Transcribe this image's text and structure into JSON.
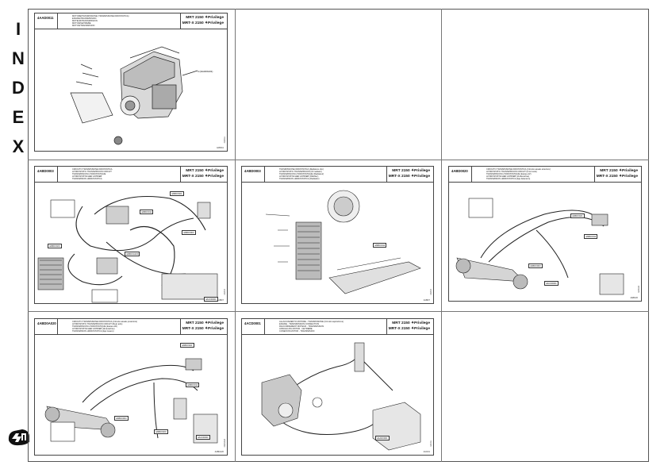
{
  "index_letters": [
    "I",
    "N",
    "D",
    "E",
    "X"
  ],
  "sheets": [
    {
      "code": "4AAD0011",
      "titles": [
        "MOTORE/TRASMISSIONE (TRASMISSIONE IDROSTATICA)",
        "ENGINE/TRANSMISSION",
        "MOTEUR/TRANSMISSION",
        "MOTOR/GETRIEBE",
        "MOTOR/TRANSMISION"
      ],
      "model_lines": [
        "MRT 2150 ✦Privilege",
        "MRT-X 2150 ✦Privilege"
      ],
      "ref": "4AB011"
    },
    {
      "code": "4ABD0003",
      "titles": [
        "CIRCUITO TRASMISSIONE IDROSTATICA",
        "HYDROSTATIC TRANSMISSION CIRCUIT",
        "TRANSMISSION HYDROSTATIQUE",
        "HYDROSTATISCHER ANTRIEB",
        "TRANSMISION HIDROSTATICA"
      ],
      "model_lines": [
        "MRT 2150 ✦Privilege",
        "MRT-X 2150 ✦Privilege"
      ],
      "ref": "4ABD7"
    },
    {
      "code": "4ABD0003",
      "titles": [
        "TRASMISSIONE IDROSTATICA (Radiatore olio)",
        "HYDROSTATIC TRANSMISSION (Oil radiator)",
        "TRANSMISSION HYDROSTATIQUE (Radiateur)",
        "HYDROSTATISCHER ANTRIEB (Ölkühler)",
        "TRANSMISION HIDROSTATICA (Radiador)"
      ],
      "model_lines": [
        "MRT 2150 ✦Privilege",
        "MRT-X 2150 ✦Privilege"
      ],
      "ref": "4ABD7"
    },
    {
      "code": "4ABD0020",
      "titles": [
        "CIRCUITO TRASMISSIONE IDROSTATICA (Circuito assale anteriore)",
        "HYDROSTATIC TRANSMISSION CIRCUIT (Front axle)",
        "TRANSMISSION HYDROSTATIQUE (Essieu AV)",
        "HYDROSTATISCHER ANTRIEB (Vorderachse)",
        "TRANSMISION HIDROSTATICA (Eje delantero)"
      ],
      "model_lines": [
        "MRT 2150 ✦Privilege",
        "MRT-X 2150 ✦Privilege"
      ],
      "ref": "4ABD20"
    },
    {
      "code": "4ABD0A020",
      "titles": [
        "CIRCUITO TRASMISSIONE IDROSTATICA (Circuito assale posteriore)",
        "HYDROSTATIC TRANSMISSION CIRCUIT (Rear axle)",
        "TRANSMISSION HYDROSTATIQUE (Essieu AR)",
        "HYDROSTATISCHER ANTRIEB (Hinterachse)",
        "TRANSMISION HIDROSTATICA (Eje trasero)"
      ],
      "model_lines": [
        "MRT 2150 ✦Privilege",
        "MRT-X 2150 ✦Privilege"
      ],
      "ref": "4ABDA20"
    },
    {
      "code": "4ACD0001",
      "titles": [
        "ALLACCIAMENTO MOTORE - TRASMISSIONE (Circuito aspirazione)",
        "ENGINE - TRANSMISSION CONNECTION",
        "RACCORDEMENT MOTEUR - TRANSMISSION",
        "ANSCHLUSS MOTOR - GETRIEBE",
        "CONEXION MOTOR - TRANSMISION"
      ],
      "model_lines": [
        "MRT 2150 ✦Privilege",
        "MRT-X 2150 ✦Privilege"
      ],
      "ref": "4ACD1"
    }
  ],
  "diagram_labels": {
    "crossref": "4ABD0011",
    "crossref2": "4ABD0003",
    "crossref3": "4ABD0020",
    "crossref4": "4ABD0A020",
    "crossref5": "4ACD0001",
    "crossref6": "4ABD0021",
    "crossref7": "4AAD0001",
    "engine_note": "4  (4AAD0A01)"
  },
  "colors": {
    "line": "#222222",
    "grid": "#777777",
    "paper": "#ffffff"
  }
}
